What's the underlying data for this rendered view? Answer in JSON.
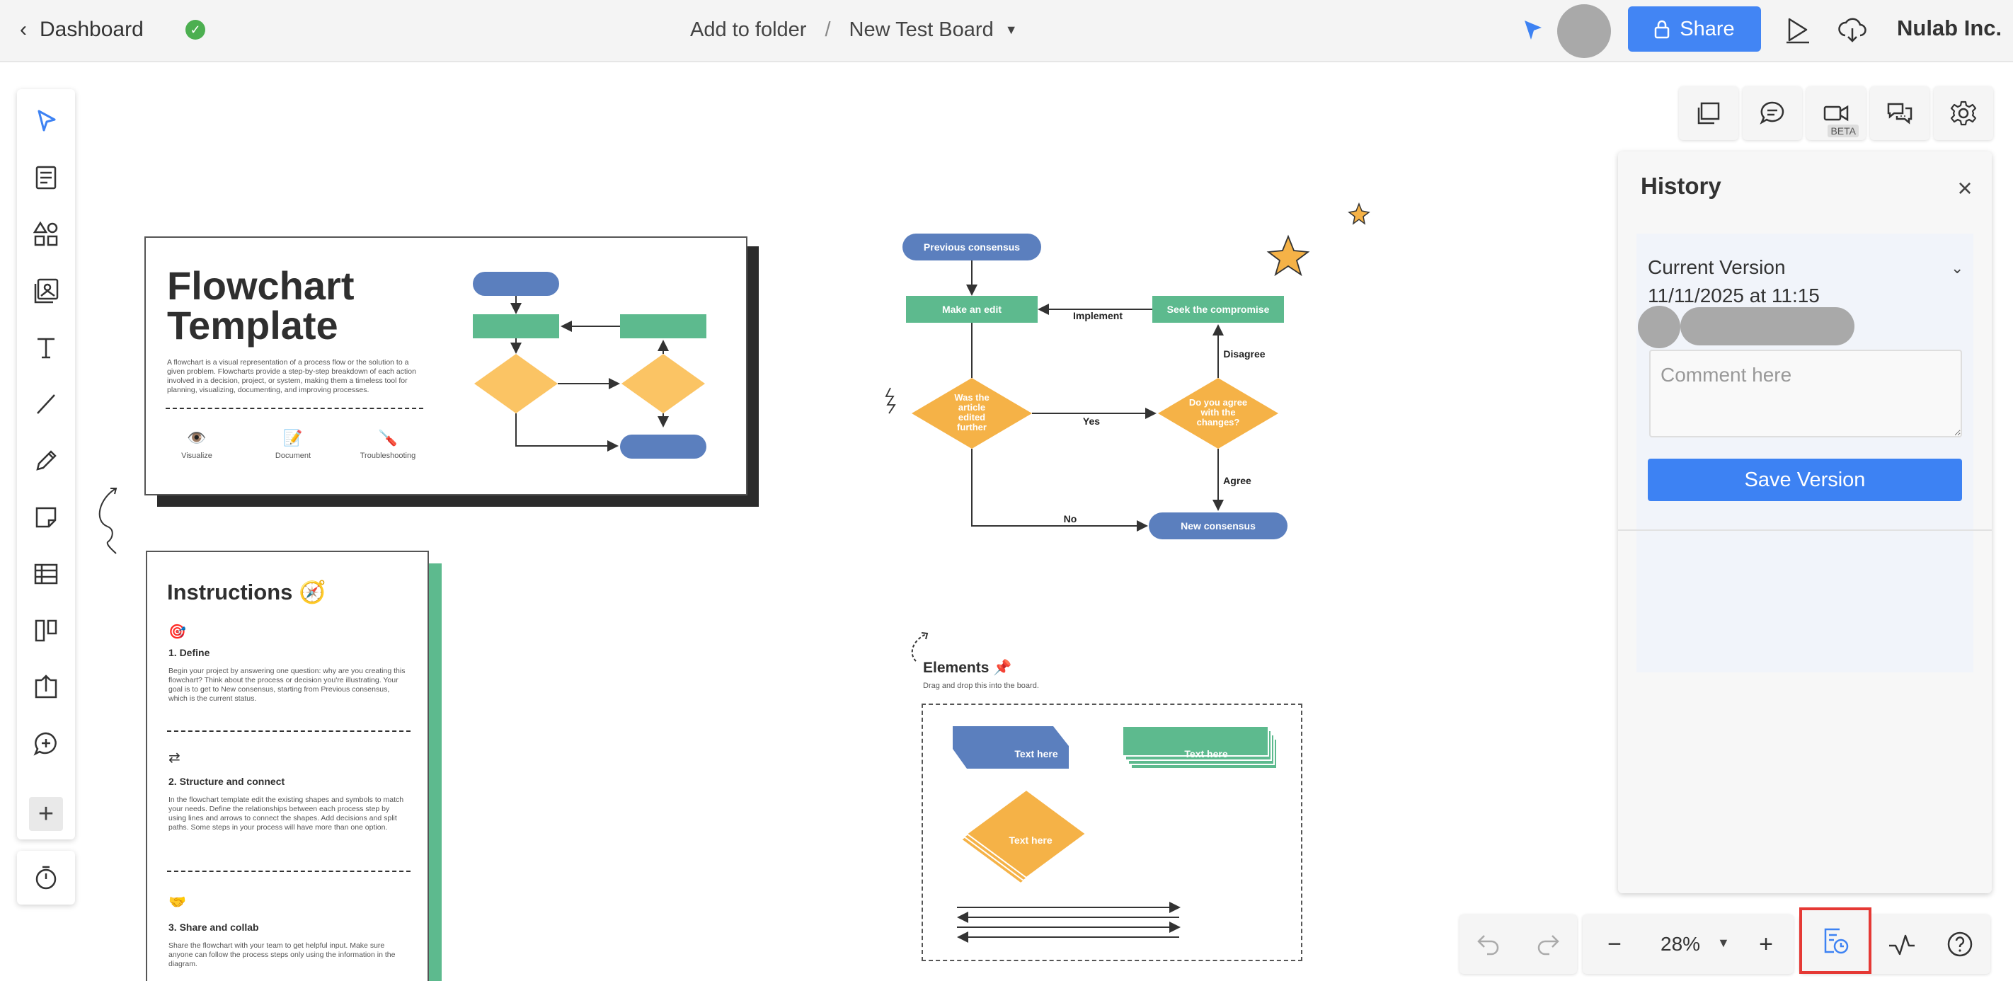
{
  "topbar": {
    "back_label": "Dashboard",
    "folder_label": "Add to folder",
    "separator": "/",
    "board_name": "New Test Board",
    "share_label": "Share",
    "org_name": "Nulab Inc."
  },
  "left_toolbar": {
    "tools": [
      "select",
      "template",
      "shapes",
      "image",
      "text",
      "line",
      "pen",
      "sticky-note",
      "table",
      "kanban",
      "upload",
      "comment"
    ]
  },
  "right_icons": {
    "video_badge": "BETA"
  },
  "history": {
    "title": "History",
    "current_version": "Current Version",
    "timestamp": "11/11/2025 at 11:15",
    "comment_placeholder": "Comment here",
    "save_label": "Save Version"
  },
  "zoom": {
    "minus": "−",
    "value": "28%",
    "plus": "+"
  },
  "board": {
    "template_card": {
      "title_line1": "Flowchart",
      "title_line2": "Template",
      "description": "A flowchart is a visual representation of a process flow or the solution to a given problem. Flowcharts provide a step-by-step breakdown of each action involved in a decision, project, or system, making them a timeless tool for planning, visualizing, documenting, and improving processes.",
      "icons": [
        {
          "emoji": "👁️",
          "label": "Visualize"
        },
        {
          "emoji": "📝",
          "label": "Document"
        },
        {
          "emoji": "🪛",
          "label": "Troubleshooting"
        }
      ]
    },
    "instructions": {
      "title": "Instructions",
      "emoji_title": "🧭",
      "emoji_1": "🎯",
      "step1_title": "1. Define",
      "step1_text": "Begin your project by answering one question: why are you creating this flowchart? Think about the process or decision you're illustrating. Your goal is to get to New consensus, starting from Previous consensus, which is the current status.",
      "emoji_2": "⇄",
      "step2_title": "2. Structure and connect",
      "step2_text": "In the flowchart template edit the existing shapes and symbols to match your needs. Define the relationships between each process step by using lines and arrows to connect the shapes. Add decisions and split paths. Some steps in your process will have more than one option.",
      "emoji_3": "🤝",
      "step3_title": "3. Share and collab",
      "step3_text": "Share the flowchart with your team to get helpful input. Make sure anyone can follow the process steps only using the information in the diagram."
    },
    "flowchart": {
      "previous": "Previous consensus",
      "make_edit": "Make an edit",
      "seek": "Seek the compromise",
      "implement": "Implement",
      "decision1_l1": "Was the",
      "decision1_l2": "article",
      "decision1_l3": "edited",
      "decision1_l4": "further",
      "decision2_l1": "Do you agree",
      "decision2_l2": "with the",
      "decision2_l3": "changes?",
      "yes": "Yes",
      "no": "No",
      "disagree": "Disagree",
      "agree": "Agree",
      "new": "New consensus"
    },
    "elements": {
      "title": "Elements 📌",
      "subtitle": "Drag and drop this into the board.",
      "text1": "Text here",
      "text2": "Text here",
      "text3": "Text here"
    }
  },
  "colors": {
    "accent_blue": "#4285f4",
    "flow_blue": "#5b7fbe",
    "flow_green": "#5dba8e",
    "flow_orange": "#f5b247",
    "highlight_red": "#e53935"
  }
}
